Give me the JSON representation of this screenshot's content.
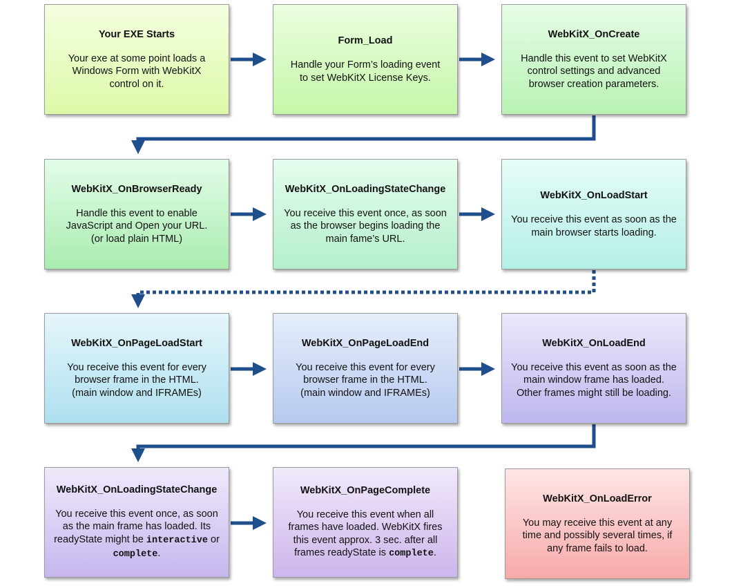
{
  "boxes": [
    {
      "title": "Your EXE Starts",
      "lines": [
        "Your exe at some point loads a",
        "Windows Form with WebKitX",
        "control on it."
      ]
    },
    {
      "title": "Form_Load",
      "lines": [
        "Handle your Form’s loading event",
        "to set WebKitX License Keys."
      ]
    },
    {
      "title": "WebKitX_OnCreate",
      "lines": [
        "Handle this event to set WebKitX",
        "control settings and advanced",
        "browser creation parameters."
      ]
    },
    {
      "title": "WebKitX_OnBrowserReady",
      "lines": [
        "Handle this event to enable",
        "JavaScript and Open your URL.",
        "(or load plain HTML)"
      ]
    },
    {
      "title": "WebKitX_OnLoadingStateChange",
      "lines": [
        "You receive this event once, as soon",
        "as the browser begins loading the",
        "main fame’s URL."
      ]
    },
    {
      "title": "WebKitX_OnLoadStart",
      "lines": [
        "You receive this event as soon as the",
        "main browser starts loading."
      ]
    },
    {
      "title": "WebKitX_OnPageLoadStart",
      "lines": [
        "You receive this event for every",
        "browser frame in the HTML.",
        "(main window and IFRAMEs)"
      ]
    },
    {
      "title": "WebKitX_OnPageLoadEnd",
      "lines": [
        "You receive this event for every",
        "browser frame in the HTML.",
        "(main window and IFRAMEs)"
      ]
    },
    {
      "title": "WebKitX_OnLoadEnd",
      "lines": [
        "You receive this event as soon as the",
        "main window frame has loaded.",
        "Other frames might still be loading."
      ]
    },
    {
      "title": "WebKitX_OnLoadingStateChange",
      "lines": [
        "You receive this event once, as soon",
        "as the main frame has loaded. Its"
      ],
      "line3_pre": "readyState might be ",
      "line3_code": "interactive",
      "line3_post": " or",
      "line4_code": "complete",
      "line4_post": "."
    },
    {
      "title": "WebKitX_OnPageComplete",
      "lines": [
        "You receive this event when all",
        "frames have loaded. WebKitX fires",
        "this event approx. 3 sec. after all"
      ],
      "line4_pre": "frames readyState is ",
      "line4_code": "complete",
      "line4_post": "."
    },
    {
      "title": "WebKitX_OnLoadError",
      "lines": [
        "You may receive this event at any",
        "time and possibly several times, if",
        "any frame fails to load."
      ]
    }
  ],
  "colors": {
    "arrow": "#1f4e8c"
  }
}
